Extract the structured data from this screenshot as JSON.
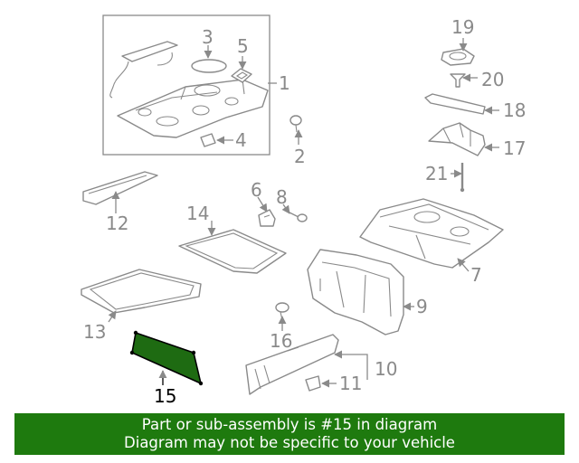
{
  "diagram": {
    "callouts": [
      "1",
      "2",
      "3",
      "4",
      "5",
      "6",
      "7",
      "8",
      "9",
      "10",
      "11",
      "12",
      "13",
      "14",
      "15",
      "16",
      "17",
      "18",
      "19",
      "20",
      "21"
    ],
    "highlighted_part": "15",
    "highlight_color": "#1e6b12"
  },
  "banner": {
    "line1": "Part or sub-assembly is #15 in diagram",
    "line2": "Diagram may not be specific to your vehicle",
    "background": "#1e7a0e",
    "text_color": "#ffffff"
  }
}
